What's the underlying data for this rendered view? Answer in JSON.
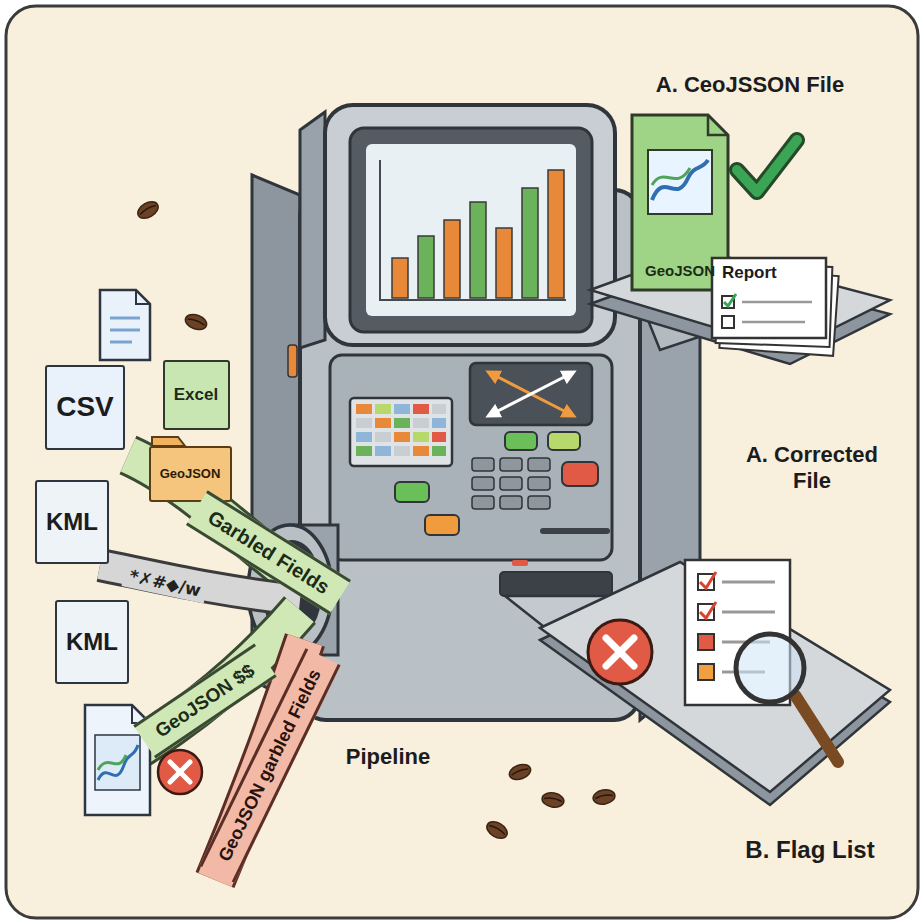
{
  "diagram": {
    "nodes": [
      {
        "text": [
          "CSV"
        ]
      },
      {
        "text": [
          "Excel"
        ]
      },
      {
        "text": [
          "GeoJSON"
        ]
      },
      {
        "text": [
          "KML"
        ]
      },
      {
        "text": [
          "KML"
        ]
      },
      {
        "text": [
          "Garbled Fields"
        ]
      },
      {
        "text": [
          "GeoJSON $$"
        ]
      },
      {
        "text": [
          "GeoJSON garbled Fields"
        ]
      },
      {
        "text": [
          "GeoJSON"
        ]
      },
      {
        "text": [
          "Report"
        ]
      }
    ],
    "labels": [
      "A. CeoJSSON File",
      "A. Corrected File",
      "B. Flag List",
      "Pipeline",
      "*✗#◆/w"
    ]
  }
}
